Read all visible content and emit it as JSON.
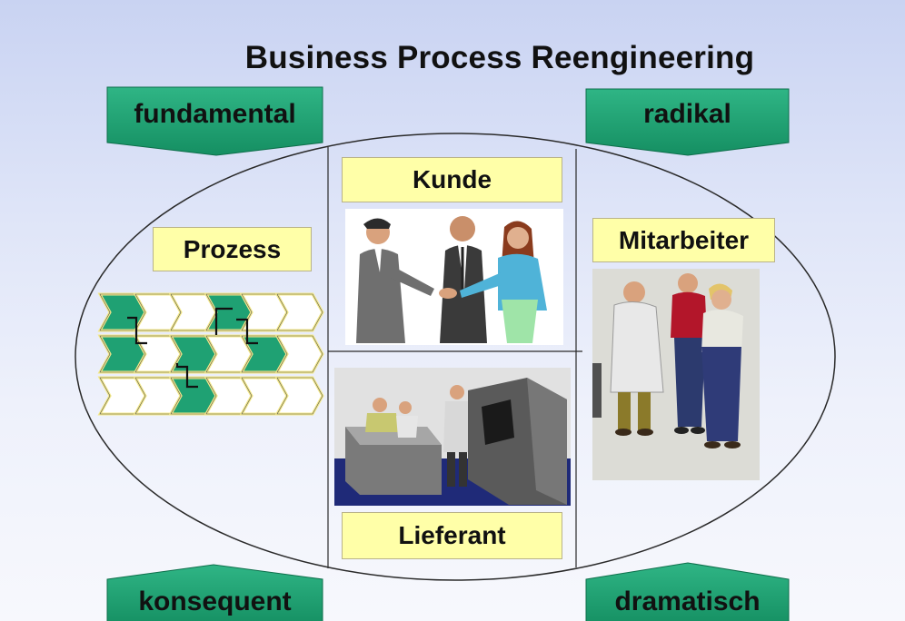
{
  "title": "Business Process Reengineering",
  "corners": {
    "top_left": "fundamental",
    "top_right": "radikal",
    "bottom_left": "konsequent",
    "bottom_right": "dramatisch"
  },
  "labels": {
    "process": "Prozess",
    "customer": "Kunde",
    "employee": "Mitarbeiter",
    "supplier": "Lieferant"
  },
  "colors": {
    "arrow_fill": "#1fa173",
    "label_fill": "#ffffa8",
    "chevron_accent": "#f4e98a"
  }
}
